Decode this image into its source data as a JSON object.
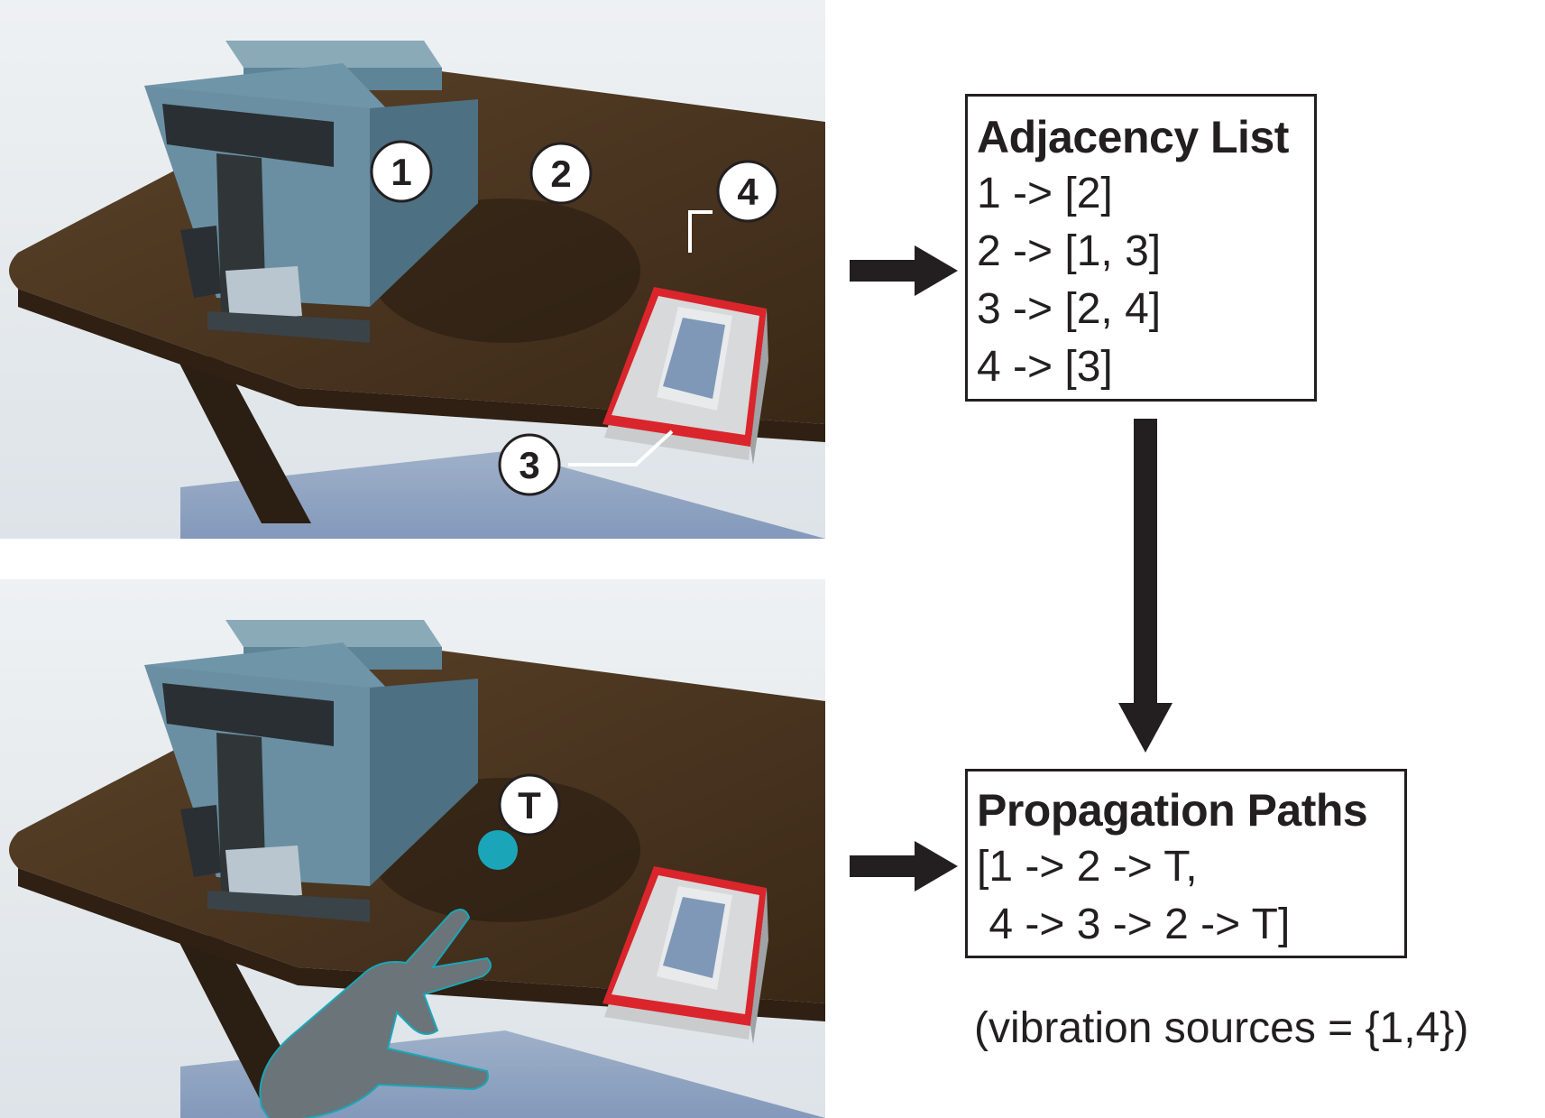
{
  "adjacency": {
    "title": "Adjacency List",
    "lines": [
      "1 -> [2]",
      "2 -> [1, 3]",
      "3 -> [2, 4]",
      "4 -> [3]"
    ]
  },
  "propagation": {
    "title": "Propagation Paths",
    "lines": [
      "[1 -> 2 -> T,",
      " 4 -> 3 -> 2 -> T]"
    ]
  },
  "note": "(vibration sources = {1,4})",
  "markers": {
    "coffee_machine": "1",
    "table": "2",
    "book": "3",
    "phone": "4",
    "touch": "T"
  },
  "colors": {
    "table_wood": "#4a3520",
    "machine": "#5b7f92",
    "book_red": "#d9252b",
    "hand": "#6b7478",
    "touch_point": "#1aa6b8",
    "ink": "#231f20"
  }
}
